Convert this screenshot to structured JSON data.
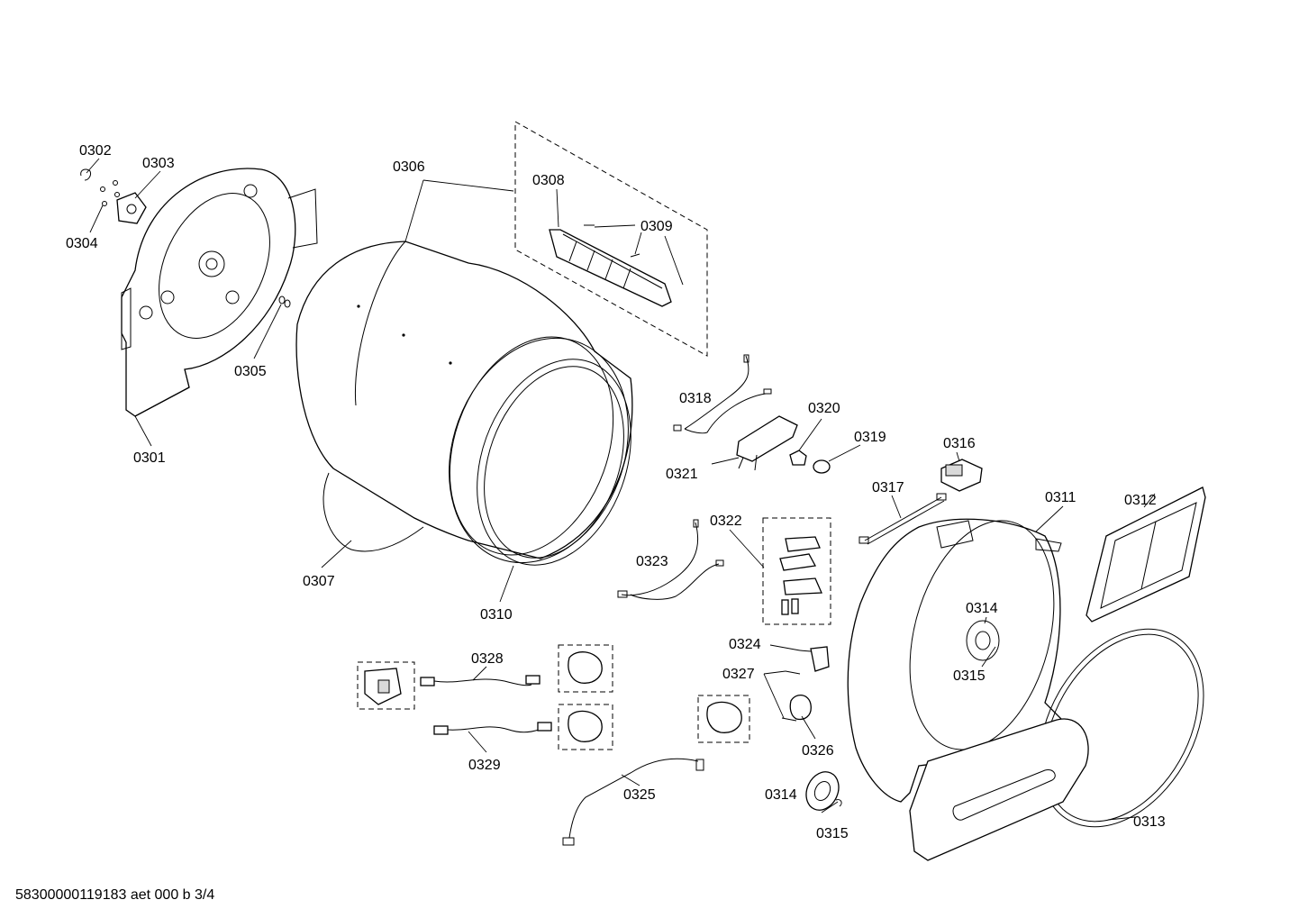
{
  "callouts": {
    "c0301": "0301",
    "c0302": "0302",
    "c0303": "0303",
    "c0304": "0304",
    "c0305": "0305",
    "c0306": "0306",
    "c0307": "0307",
    "c0308": "0308",
    "c0309": "0309",
    "c0310": "0310",
    "c0311": "0311",
    "c0312": "0312",
    "c0313": "0313",
    "c0314a": "0314",
    "c0314b": "0314",
    "c0315a": "0315",
    "c0315b": "0315",
    "c0316": "0316",
    "c0317": "0317",
    "c0318": "0318",
    "c0319": "0319",
    "c0320": "0320",
    "c0321": "0321",
    "c0322": "0322",
    "c0323": "0323",
    "c0324": "0324",
    "c0325": "0325",
    "c0326": "0326",
    "c0327": "0327",
    "c0328": "0328",
    "c0329": "0329"
  },
  "footer": {
    "doc_code": "58300000119183 aet 000 b 3/4"
  },
  "colors": {
    "line": "#000000",
    "background": "#ffffff",
    "shade": "#d9d9d9"
  }
}
